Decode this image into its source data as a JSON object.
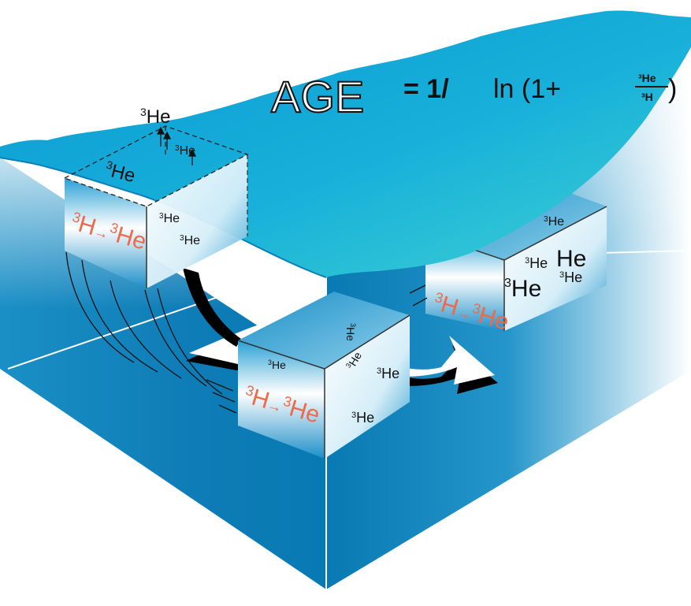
{
  "formula": {
    "age_word": "AGE",
    "equals_part": "= 1/",
    "ln_part": "ln (1+",
    "numerator": "³He",
    "denominator": "³H",
    "close_paren": ")"
  },
  "labels": {
    "he3": "He",
    "he3_prefix": "3",
    "decay_h": "H",
    "decay_arrow": "→",
    "decay_he": "He"
  },
  "colors": {
    "ocean_dark": "#0a7fb8",
    "ocean_light": "#ffffff",
    "surface_dark": "#0aa0d8",
    "surface_light": "#3dd0d6",
    "decay_red": "#ef6a4a",
    "arrow": "#ffffff",
    "arrow_shadow": "#000000"
  }
}
